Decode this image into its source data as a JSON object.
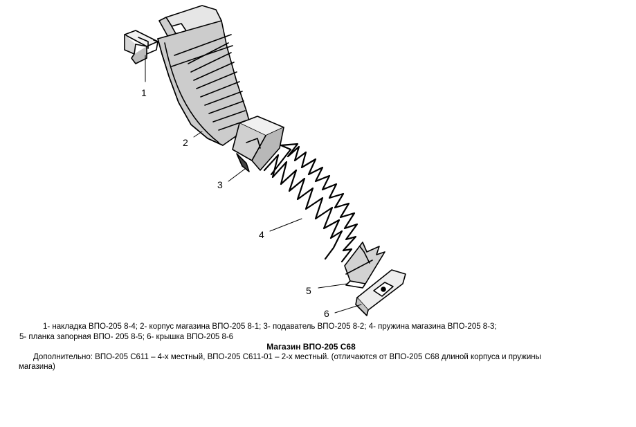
{
  "callouts": [
    "1",
    "2",
    "3",
    "4",
    "5",
    "6"
  ],
  "legend": {
    "line1": "1- накладка ВПО-205 8-4; 2- корпус магазина ВПО-205 8-1; 3-   подаватель ВПО-205 8-2; 4-   пружина магазина ВПО-205 8-3;",
    "line2": "5- планка запорная ВПО- 205 8-5; 6- крышка ВПО-205 8-6"
  },
  "title": "Магазин ВПО-205 С68",
  "note": {
    "line1": "Дополнительно: ВПО-205 С611 – 4-х местный, ВПО-205 С611-01 – 2-х местный. (отличаются от ВПО-205 С68 длиной корпуса и пружины",
    "line2": "магазина)"
  }
}
